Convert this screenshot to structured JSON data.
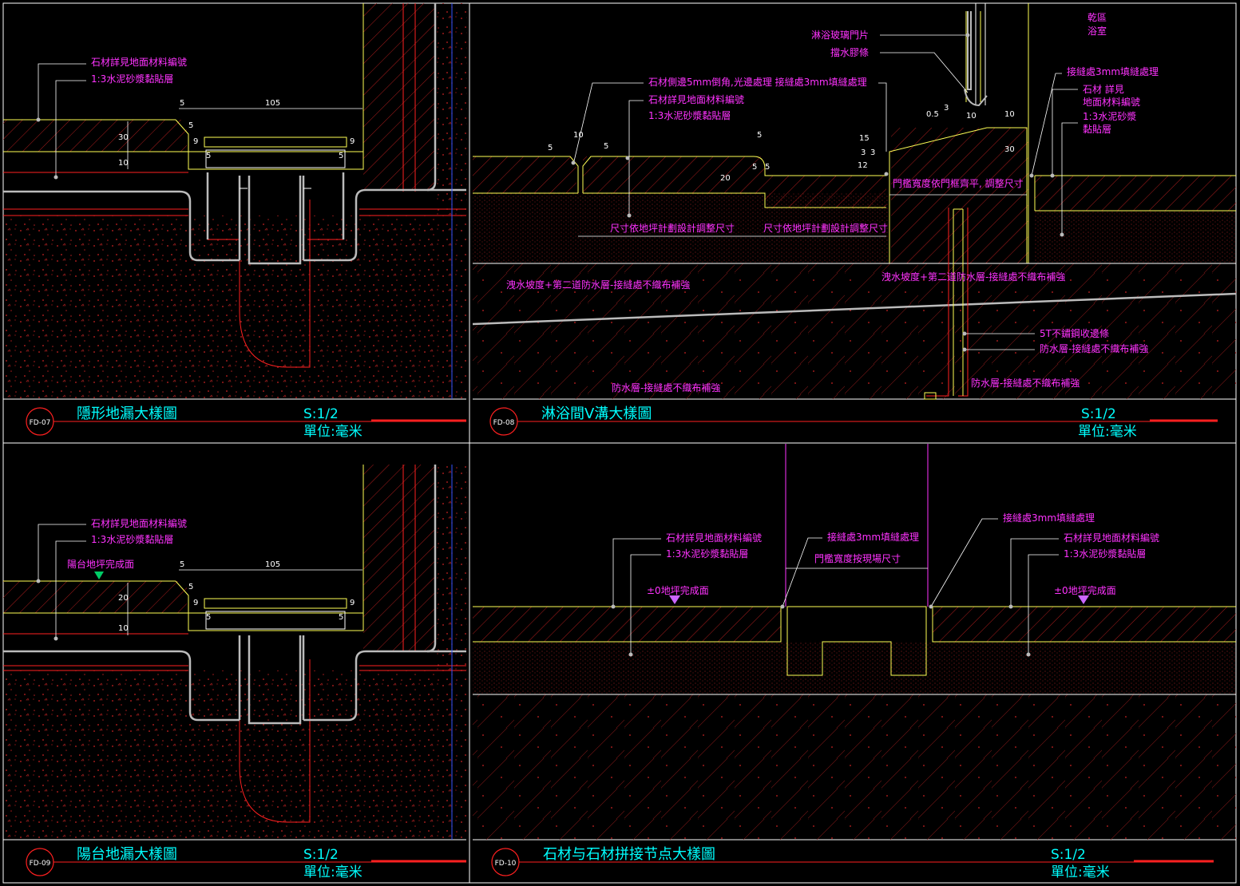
{
  "colors": {
    "bg": "#000000",
    "frame": "#ffffff",
    "title": "#00ffff",
    "label": "#ff33ff",
    "dim": "#ffffff",
    "yellow": "#ffff55",
    "red": "#ff2020",
    "dots": "#cc2222",
    "gray": "#bbbbbb",
    "marker": "#cc66ff",
    "greenMarker": "#00cc66"
  },
  "panels": {
    "fd07": {
      "code": "FD-07",
      "title": "隱形地漏大樣圖",
      "scale": "S:1/2",
      "unit": "單位:毫米",
      "labels": [
        "石材詳見地面材料編號",
        "1:3水泥砂漿黏貼層"
      ],
      "dims": [
        "5",
        "105",
        "5",
        "9",
        "9",
        "30",
        "10",
        "5",
        "5"
      ]
    },
    "fd08": {
      "code": "FD-08",
      "title": "淋浴間V溝大樣圖",
      "scale": "S:1/2",
      "unit": "單位:毫米",
      "labels": [
        "淋浴玻璃門片",
        "擋水膠條",
        "石材側邊5mm倒角,光邊處理 接縫處3mm填縫處理",
        "石材詳見地面材料編號",
        "1:3水泥砂漿黏貼層",
        "乾區",
        "浴室",
        "接縫處3mm填縫處理",
        "石材 詳見",
        "地面材料編號",
        "1:3水泥砂漿",
        "黏貼層",
        "門檻寬度依門框齊平, 調整尺寸",
        "尺寸依地坪計劃設計調整尺寸",
        "尺寸依地坪計劃設計調整尺寸",
        "洩水坡度+第二道防水層-接縫處不織布補強",
        "洩水坡度+第二道防水層-接縫處不織布補強",
        "5T不鏽鋼收邊條",
        "防水層-接縫處不織布補強",
        "防水層-接縫處不織布補強",
        "防水層-接縫處不織布補強"
      ],
      "dims": [
        "10",
        "5",
        "5",
        "5",
        "20",
        "5",
        "5",
        "15",
        "3",
        "3",
        "12",
        "0.5",
        "3",
        "10",
        "10",
        "30"
      ]
    },
    "fd09": {
      "code": "FD-09",
      "title": "陽台地漏大樣圖",
      "scale": "S:1/2",
      "unit": "單位:毫米",
      "labels": [
        "石材詳見地面材料編號",
        "1:3水泥砂漿黏貼層",
        "陽台地坪完成面"
      ],
      "dims": [
        "5",
        "105",
        "5",
        "9",
        "9",
        "20",
        "10",
        "5",
        "5"
      ]
    },
    "fd10": {
      "code": "FD-10",
      "title": "石材与石材拼接节点大樣圖",
      "scale": "S:1/2",
      "unit": "單位:毫米",
      "labels": [
        "石材詳見地面材料編號",
        "1:3水泥砂漿黏貼層",
        "接縫處3mm填縫處理",
        "門檻寬度按現場尺寸",
        "接縫處3mm填縫處理",
        "石材詳見地面材料編號",
        "1:3水泥砂漿黏貼層",
        "±0地坪完成面",
        "±0地坪完成面"
      ]
    }
  }
}
